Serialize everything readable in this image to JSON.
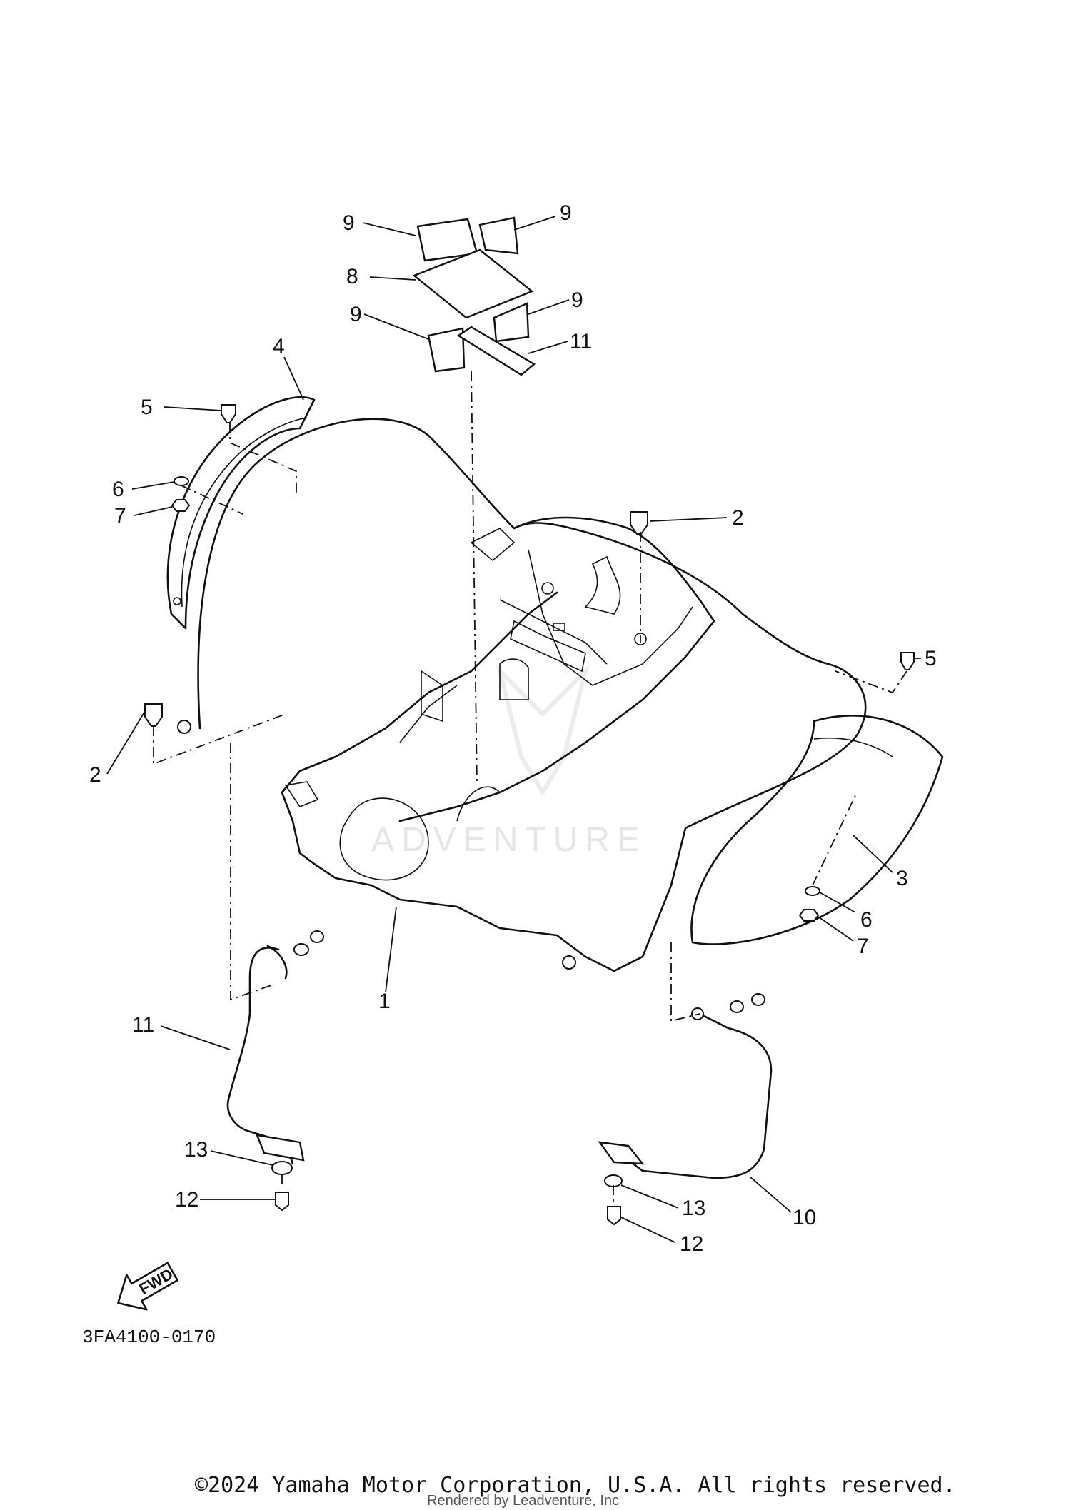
{
  "diagram": {
    "ref_code": "3FA4100-0170",
    "fwd_label": "FWD",
    "watermark": "ADVENTURE",
    "copyright": "©2024 Yamaha Motor Corporation, U.S.A. All rights reserved.",
    "credit": "Rendered by Leadventure, Inc"
  },
  "callouts": {
    "c1": "1",
    "c2a": "2",
    "c2b": "2",
    "c3": "3",
    "c4": "4",
    "c5a": "5",
    "c5b": "5",
    "c6a": "6",
    "c6b": "6",
    "c7a": "7",
    "c7b": "7",
    "c8": "8",
    "c9a": "9",
    "c9b": "9",
    "c9c": "9",
    "c9d": "9",
    "c10": "10",
    "c11a": "11",
    "c11b": "11",
    "c12a": "12",
    "c12b": "12",
    "c13a": "13",
    "c13b": "13"
  }
}
